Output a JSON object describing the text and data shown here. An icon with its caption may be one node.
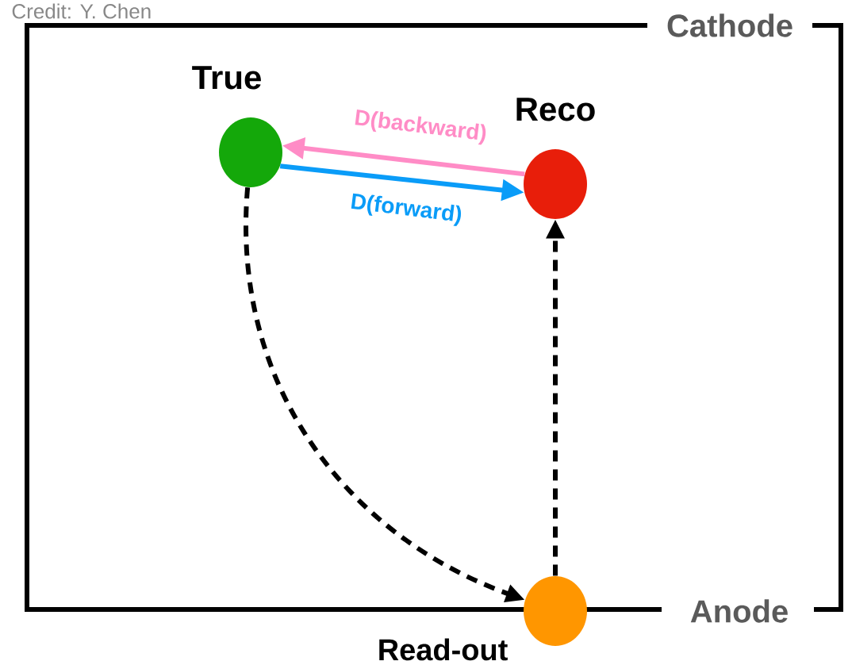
{
  "diagram": {
    "nodes": [
      {
        "text": [
          "True"
        ]
      },
      {
        "text": [
          "Reco"
        ]
      },
      {
        "text": [
          "Read-out"
        ]
      }
    ],
    "edges": [
      {
        "from": 0,
        "to": 1,
        "arrow": "to",
        "label": "D(forward)",
        "color": "#0a9cf8"
      },
      {
        "from": 1,
        "to": 0,
        "arrow": "to",
        "label": "D(backward)",
        "color": "#ff8cc6"
      },
      {
        "from": 0,
        "to": 2,
        "arrow": "to",
        "style": "dashed"
      },
      {
        "from": 2,
        "to": 1,
        "arrow": "to",
        "style": "dashed"
      }
    ],
    "labels": [
      "Credit: Y. Chen",
      "Cathode",
      "Anode"
    ]
  }
}
